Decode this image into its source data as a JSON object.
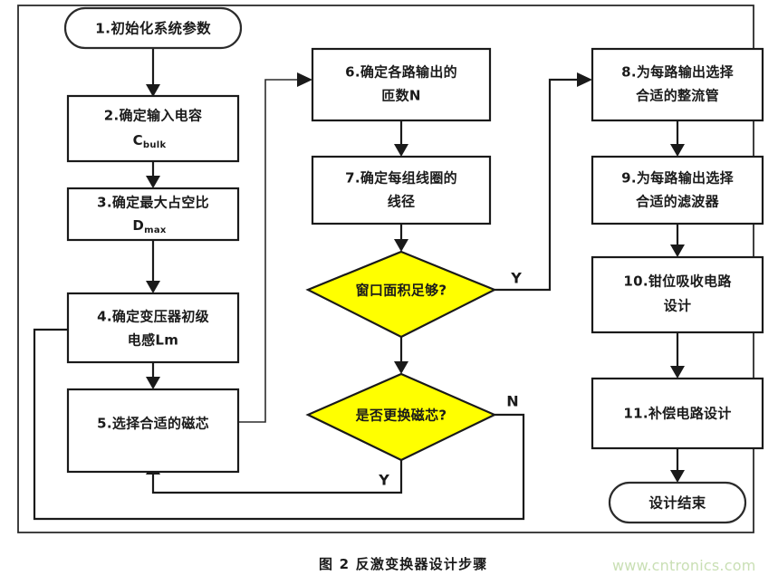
{
  "figure": {
    "caption": "图 2  反激变换器设计步骤",
    "watermark": "www.cntronics.com",
    "colors": {
      "decision_fill": "#ffff00",
      "process_fill": "#ffffff",
      "stroke": "#1a1a1a",
      "watermark": "#c9dfb4",
      "background": "#ffffff"
    }
  },
  "chart_data": {
    "type": "flowchart",
    "title": "图 2  反激变换器设计步骤",
    "orientation": "three-column, top-to-bottom with feedback loops",
    "node_count": 14,
    "nodes": [
      {
        "id": "n1",
        "shape": "terminator",
        "label": "1.初始化系统参数",
        "label_lines": [
          "1.初始化系统参数"
        ],
        "fill": "#ffffff"
      },
      {
        "id": "n2",
        "shape": "process",
        "label": "2.确定输入电容 Cbulk",
        "label_lines": [
          "2.确定输入电容",
          "C"
        ],
        "sub": "bulk",
        "fill": "#ffffff"
      },
      {
        "id": "n3",
        "shape": "process",
        "label": "3.确定最大占空比 Dmax",
        "label_lines": [
          "3.确定最大占空比",
          "D"
        ],
        "sub": "max",
        "fill": "#ffffff"
      },
      {
        "id": "n4",
        "shape": "process",
        "label": "4.确定变压器初级电感Lm",
        "label_lines": [
          "4.确定变压器初级",
          "电感Lm"
        ],
        "fill": "#ffffff"
      },
      {
        "id": "n5",
        "shape": "process",
        "label": "5.选择合适的磁芯",
        "label_lines": [
          "5.选择合适的磁芯"
        ],
        "fill": "#ffffff"
      },
      {
        "id": "n6",
        "shape": "process",
        "label": "6.确定各路输出的匝数N",
        "label_lines": [
          "6.确定各路输出的",
          "匝数N"
        ],
        "fill": "#ffffff"
      },
      {
        "id": "n7",
        "shape": "process",
        "label": "7.确定每组线圈的线径",
        "label_lines": [
          "7.确定每组线圈的",
          "线径"
        ],
        "fill": "#ffffff"
      },
      {
        "id": "d1",
        "shape": "decision",
        "label": "窗口面积足够?",
        "label_lines": [
          "窗口面积足够?"
        ],
        "fill": "#ffff00"
      },
      {
        "id": "d2",
        "shape": "decision",
        "label": "是否更换磁芯?",
        "label_lines": [
          "是否更换磁芯?"
        ],
        "fill": "#ffff00"
      },
      {
        "id": "n8",
        "shape": "process",
        "label": "8.为每路输出选择合适的整流管",
        "label_lines": [
          "8.为每路输出选择",
          "合适的整流管"
        ],
        "fill": "#ffffff"
      },
      {
        "id": "n9",
        "shape": "process",
        "label": "9.为每路输出选择合适的滤波器",
        "label_lines": [
          "9.为每路输出选择",
          "合适的滤波器"
        ],
        "fill": "#ffffff"
      },
      {
        "id": "n10",
        "shape": "process",
        "label": "10.钳位吸收电路设计",
        "label_lines": [
          "10.钳位吸收电路",
          "设计"
        ],
        "fill": "#ffffff"
      },
      {
        "id": "n11",
        "shape": "process",
        "label": "11.补偿电路设计",
        "label_lines": [
          "11.补偿电路设计"
        ],
        "fill": "#ffffff"
      },
      {
        "id": "end",
        "shape": "terminator",
        "label": "设计结束",
        "label_lines": [
          "设计结束"
        ],
        "fill": "#ffffff"
      }
    ],
    "edges": [
      {
        "from": "n1",
        "to": "n2",
        "label": ""
      },
      {
        "from": "n2",
        "to": "n3",
        "label": ""
      },
      {
        "from": "n3",
        "to": "n4",
        "label": ""
      },
      {
        "from": "n4",
        "to": "n5",
        "label": ""
      },
      {
        "from": "n5",
        "to": "n6",
        "label": ""
      },
      {
        "from": "n6",
        "to": "n7",
        "label": ""
      },
      {
        "from": "n7",
        "to": "d1",
        "label": ""
      },
      {
        "from": "d1",
        "to": "n8",
        "label": "Y"
      },
      {
        "from": "d1",
        "to": "d2",
        "label": ""
      },
      {
        "from": "d2",
        "to": "n5",
        "label": "Y"
      },
      {
        "from": "d2",
        "to": "n4",
        "label": "N"
      },
      {
        "from": "n8",
        "to": "n9",
        "label": ""
      },
      {
        "from": "n9",
        "to": "n10",
        "label": ""
      },
      {
        "from": "n10",
        "to": "n11",
        "label": ""
      },
      {
        "from": "n11",
        "to": "end",
        "label": ""
      }
    ],
    "branch_labels": [
      "Y",
      "N",
      "Y"
    ]
  },
  "labels": {
    "n1": "1.初始化系统参数",
    "n2_line1": "2.确定输入电容",
    "n2_line2_main": "C",
    "n2_line2_sub": "bulk",
    "n3_line1": "3.确定最大占空比",
    "n3_line2_main": "D",
    "n3_line2_sub": "max",
    "n4_line1": "4.确定变压器初级",
    "n4_line2": "电感Lm",
    "n5": "5.选择合适的磁芯",
    "n6_line1": "6.确定各路输出的",
    "n6_line2": "匝数N",
    "n7_line1": "7.确定每组线圈的",
    "n7_line2": "线径",
    "d1": "窗口面积足够?",
    "d2": "是否更换磁芯?",
    "n8_line1": "8.为每路输出选择",
    "n8_line2": "合适的整流管",
    "n9_line1": "9.为每路输出选择",
    "n9_line2": "合适的滤波器",
    "n10_line1": "10.钳位吸收电路",
    "n10_line2": "设计",
    "n11": "11.补偿电路设计",
    "end": "设计结束",
    "branch_d1_yes": "Y",
    "branch_d2_no": "N",
    "branch_d2_yes": "Y"
  }
}
